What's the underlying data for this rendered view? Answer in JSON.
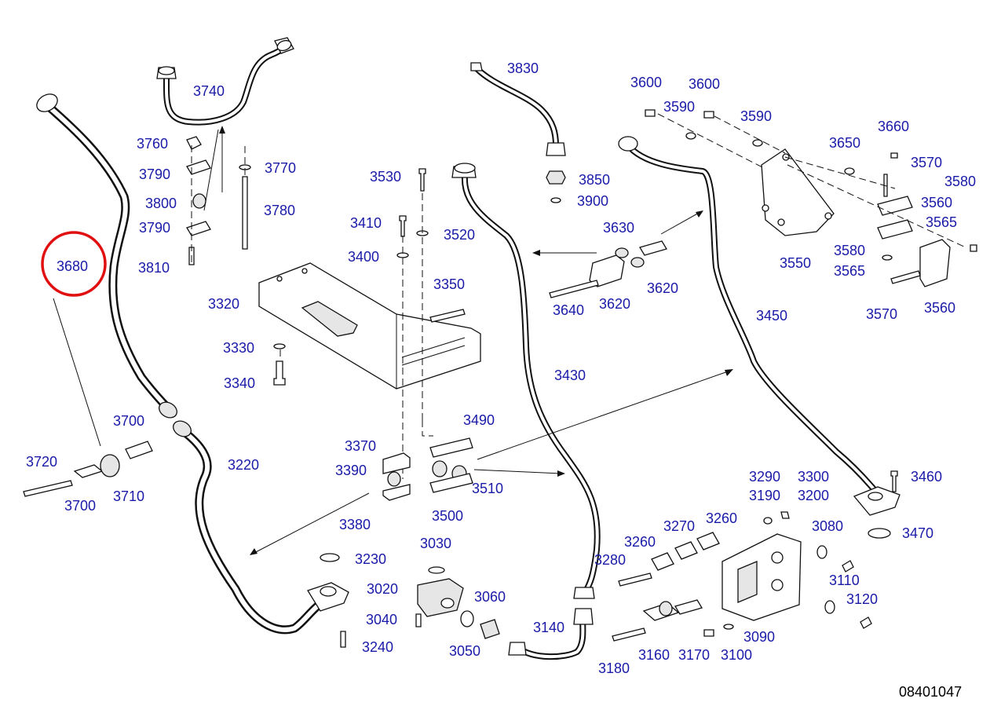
{
  "drawing_number": "08401047",
  "highlight_color": "#e01010",
  "label_color": "#1a1aa8",
  "highlighted_part": "3680",
  "labels": {
    "p3740": "3740",
    "p3760": "3760",
    "p3770": "3770",
    "p3790a": "3790",
    "p3800": "3800",
    "p3780": "3780",
    "p3790b": "3790",
    "p3810": "3810",
    "p3680": "3680",
    "p3700a": "3700",
    "p3720": "3720",
    "p3710": "3710",
    "p3700b": "3700",
    "p3220": "3220",
    "p3230": "3230",
    "p3240": "3240",
    "p3530": "3530",
    "p3410": "3410",
    "p3520": "3520",
    "p3400": "3400",
    "p3350": "3350",
    "p3320": "3320",
    "p3330": "3330",
    "p3340": "3340",
    "p3370": "3370",
    "p3390": "3390",
    "p3380": "3380",
    "p3490": "3490",
    "p3510": "3510",
    "p3500": "3500",
    "p3030": "3030",
    "p3020": "3020",
    "p3060": "3060",
    "p3040": "3040",
    "p3050": "3050",
    "p3140": "3140",
    "p3830": "3830",
    "p3850": "3850",
    "p3900": "3900",
    "p3430": "3430",
    "p3630": "3630",
    "p3640": "3640",
    "p3620a": "3620",
    "p3620b": "3620",
    "p3600a": "3600",
    "p3600b": "3600",
    "p3590a": "3590",
    "p3590b": "3590",
    "p3660": "3660",
    "p3650": "3650",
    "p3570a": "3570",
    "p3580a": "3580",
    "p3560a": "3560",
    "p3565a": "3565",
    "p3580b": "3580",
    "p3565b": "3565",
    "p3550": "3550",
    "p3570b": "3570",
    "p3560b": "3560",
    "p3450": "3450",
    "p3460": "3460",
    "p3470": "3470",
    "p3290": "3290",
    "p3300": "3300",
    "p3190": "3190",
    "p3200": "3200",
    "p3270": "3270",
    "p3260a": "3260",
    "p3260b": "3260",
    "p3080": "3080",
    "p3280": "3280",
    "p3110": "3110",
    "p3120": "3120",
    "p3090": "3090",
    "p3100": "3100",
    "p3160": "3160",
    "p3170": "3170",
    "p3180": "3180"
  }
}
